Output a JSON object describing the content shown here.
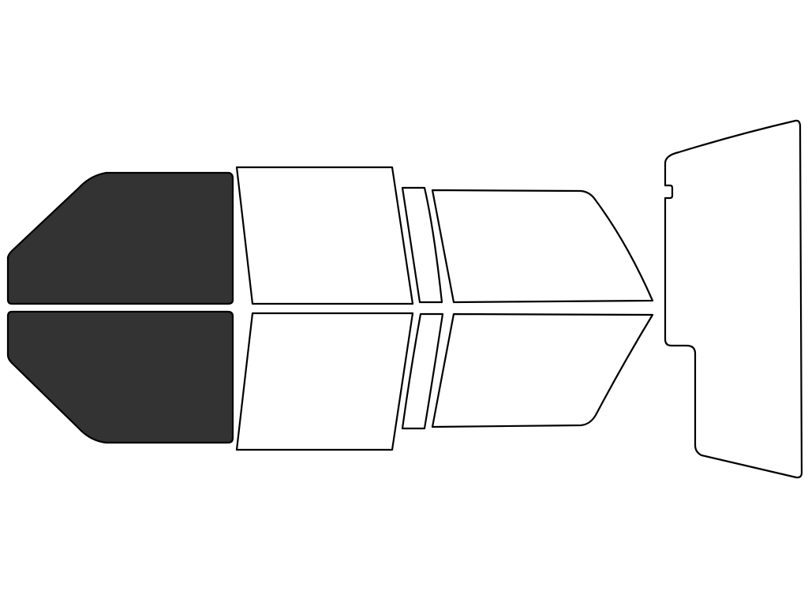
{
  "diagram": {
    "background_color": "#ffffff",
    "outline_color": "#000000",
    "tinted_fill_color": "#333333",
    "untinted_fill_color": "#ffffff",
    "panes": [
      {
        "id": "front-driver-window",
        "tinted": true
      },
      {
        "id": "front-passenger-window",
        "tinted": true
      },
      {
        "id": "rear-door-window-upper",
        "tinted": false
      },
      {
        "id": "rear-door-window-lower",
        "tinted": false
      },
      {
        "id": "quarter-vent-upper",
        "tinted": false
      },
      {
        "id": "quarter-vent-lower",
        "tinted": false
      },
      {
        "id": "rear-quarter-window-upper",
        "tinted": false
      },
      {
        "id": "rear-quarter-window-lower",
        "tinted": false
      },
      {
        "id": "rear-windshield",
        "tinted": false
      }
    ]
  }
}
